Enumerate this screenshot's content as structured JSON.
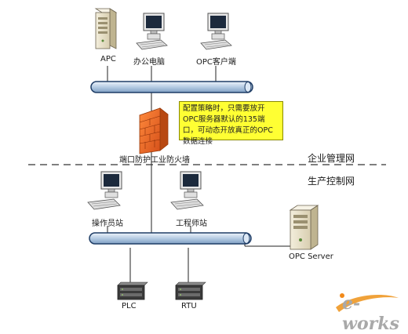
{
  "nodes": {
    "apc": "APC",
    "office_pc": "办公电脑",
    "opc_client": "OPC客户端",
    "firewall": "端口防护工业防火墙",
    "operator_station": "操作员站",
    "engineer_station": "工程师站",
    "opc_server": "OPC Server",
    "plc": "PLC",
    "rtu": "RTU"
  },
  "callout": {
    "text": "配置策略时，只需要放开OPC服务器默认的135端口，可动态开放真正的OPC数据连接"
  },
  "zones": {
    "enterprise": "企业管理网",
    "production": "生产控制网"
  },
  "watermark": "e-works",
  "colors": {
    "bus_fill": "#c9d9ea",
    "bus_stroke": "#1f3d66",
    "callout_fill": "#ffff33",
    "firewall": "#e8641c"
  }
}
